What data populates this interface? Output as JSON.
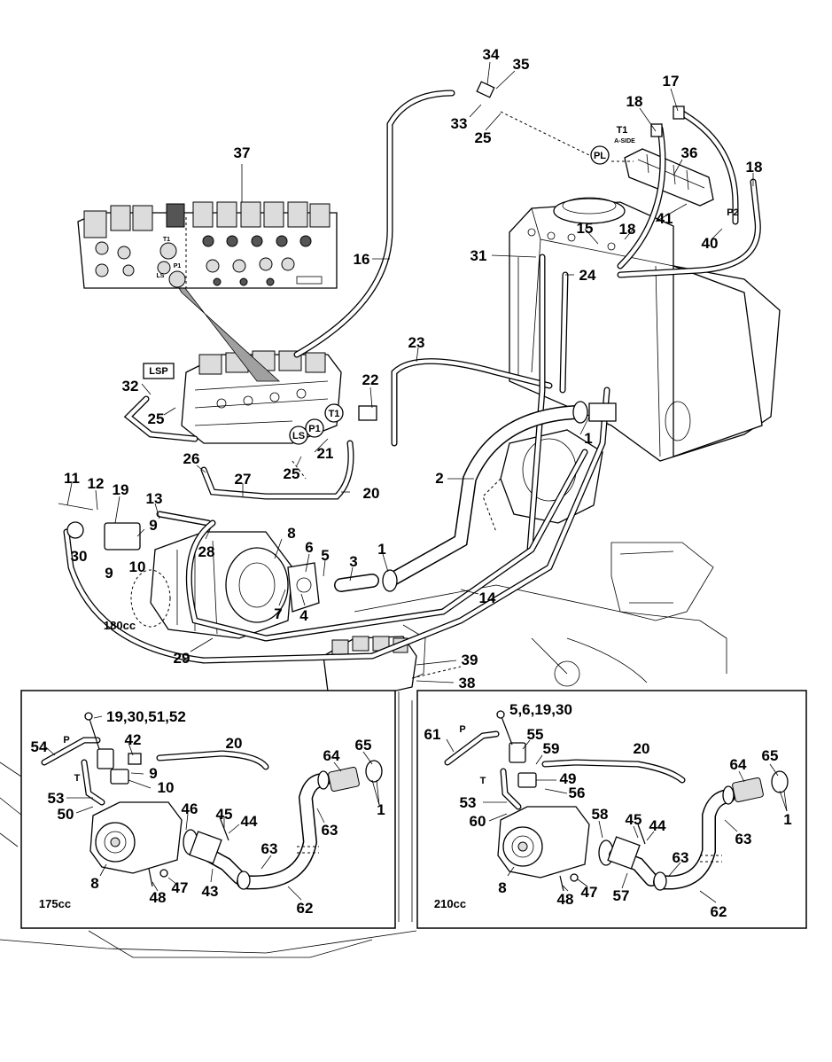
{
  "callouts": {
    "c34": "34",
    "c35": "35",
    "c33": "33",
    "c25a": "25",
    "c17": "17",
    "c18a": "18",
    "c18b": "18",
    "c18c": "18",
    "c36": "36",
    "c41": "41",
    "c40": "40",
    "c15": "15",
    "c37": "37",
    "c16": "16",
    "c31": "31",
    "c24": "24",
    "c23": "23",
    "c22": "22",
    "c32": "32",
    "c25b": "25",
    "c1a": "1",
    "c1b": "1",
    "c2": "2",
    "c21": "21",
    "c25c": "25",
    "c26": "26",
    "c27": "27",
    "c20a": "20",
    "c11": "11",
    "c12": "12",
    "c19": "19",
    "c13": "13",
    "c9a": "9",
    "c30": "30",
    "c10a": "10",
    "c28": "28",
    "c8a": "8",
    "c6a": "6",
    "c5a": "5",
    "c3": "3",
    "c7": "7",
    "c4": "4",
    "c14": "14",
    "c29": "29",
    "c39": "39",
    "c38": "38"
  },
  "markers": {
    "t1_top": "T1",
    "a_side": "A-SIDE",
    "pl": "PL",
    "p2": "P2",
    "lsp": "LSP",
    "t1_valve": "T1",
    "p1_valve": "P1",
    "ls_valve": "LS",
    "inset_t1": "T1",
    "inset_p1": "P1",
    "inset_ls": "LS"
  },
  "left_box": {
    "variant": "175cc",
    "c19_30_51_52": "19,30,51,52",
    "c20": "20",
    "c54": "54",
    "p": "P",
    "c42": "42",
    "c9": "9",
    "t": "T",
    "c10": "10",
    "c53": "53",
    "c50": "50",
    "c46": "46",
    "c45": "45",
    "c44": "44",
    "c63a": "63",
    "c63b": "63",
    "c64": "64",
    "c65": "65",
    "c1": "1",
    "c8": "8",
    "c48": "48",
    "c47": "47",
    "c43": "43",
    "c62": "62"
  },
  "right_box": {
    "variant": "210cc",
    "c5_6_19_30": "5,6,19,30",
    "c61": "61",
    "p": "P",
    "c55": "55",
    "c59": "59",
    "c20": "20",
    "t": "T",
    "c49": "49",
    "c56": "56",
    "c53": "53",
    "c60": "60",
    "c58": "58",
    "c45": "45",
    "c44": "44",
    "c64": "64",
    "c65": "65",
    "c63a": "63",
    "c63b": "63",
    "c1": "1",
    "c8": "8",
    "c48": "48",
    "c47": "47",
    "c57": "57",
    "c62": "62"
  },
  "main_variant": "180cc"
}
